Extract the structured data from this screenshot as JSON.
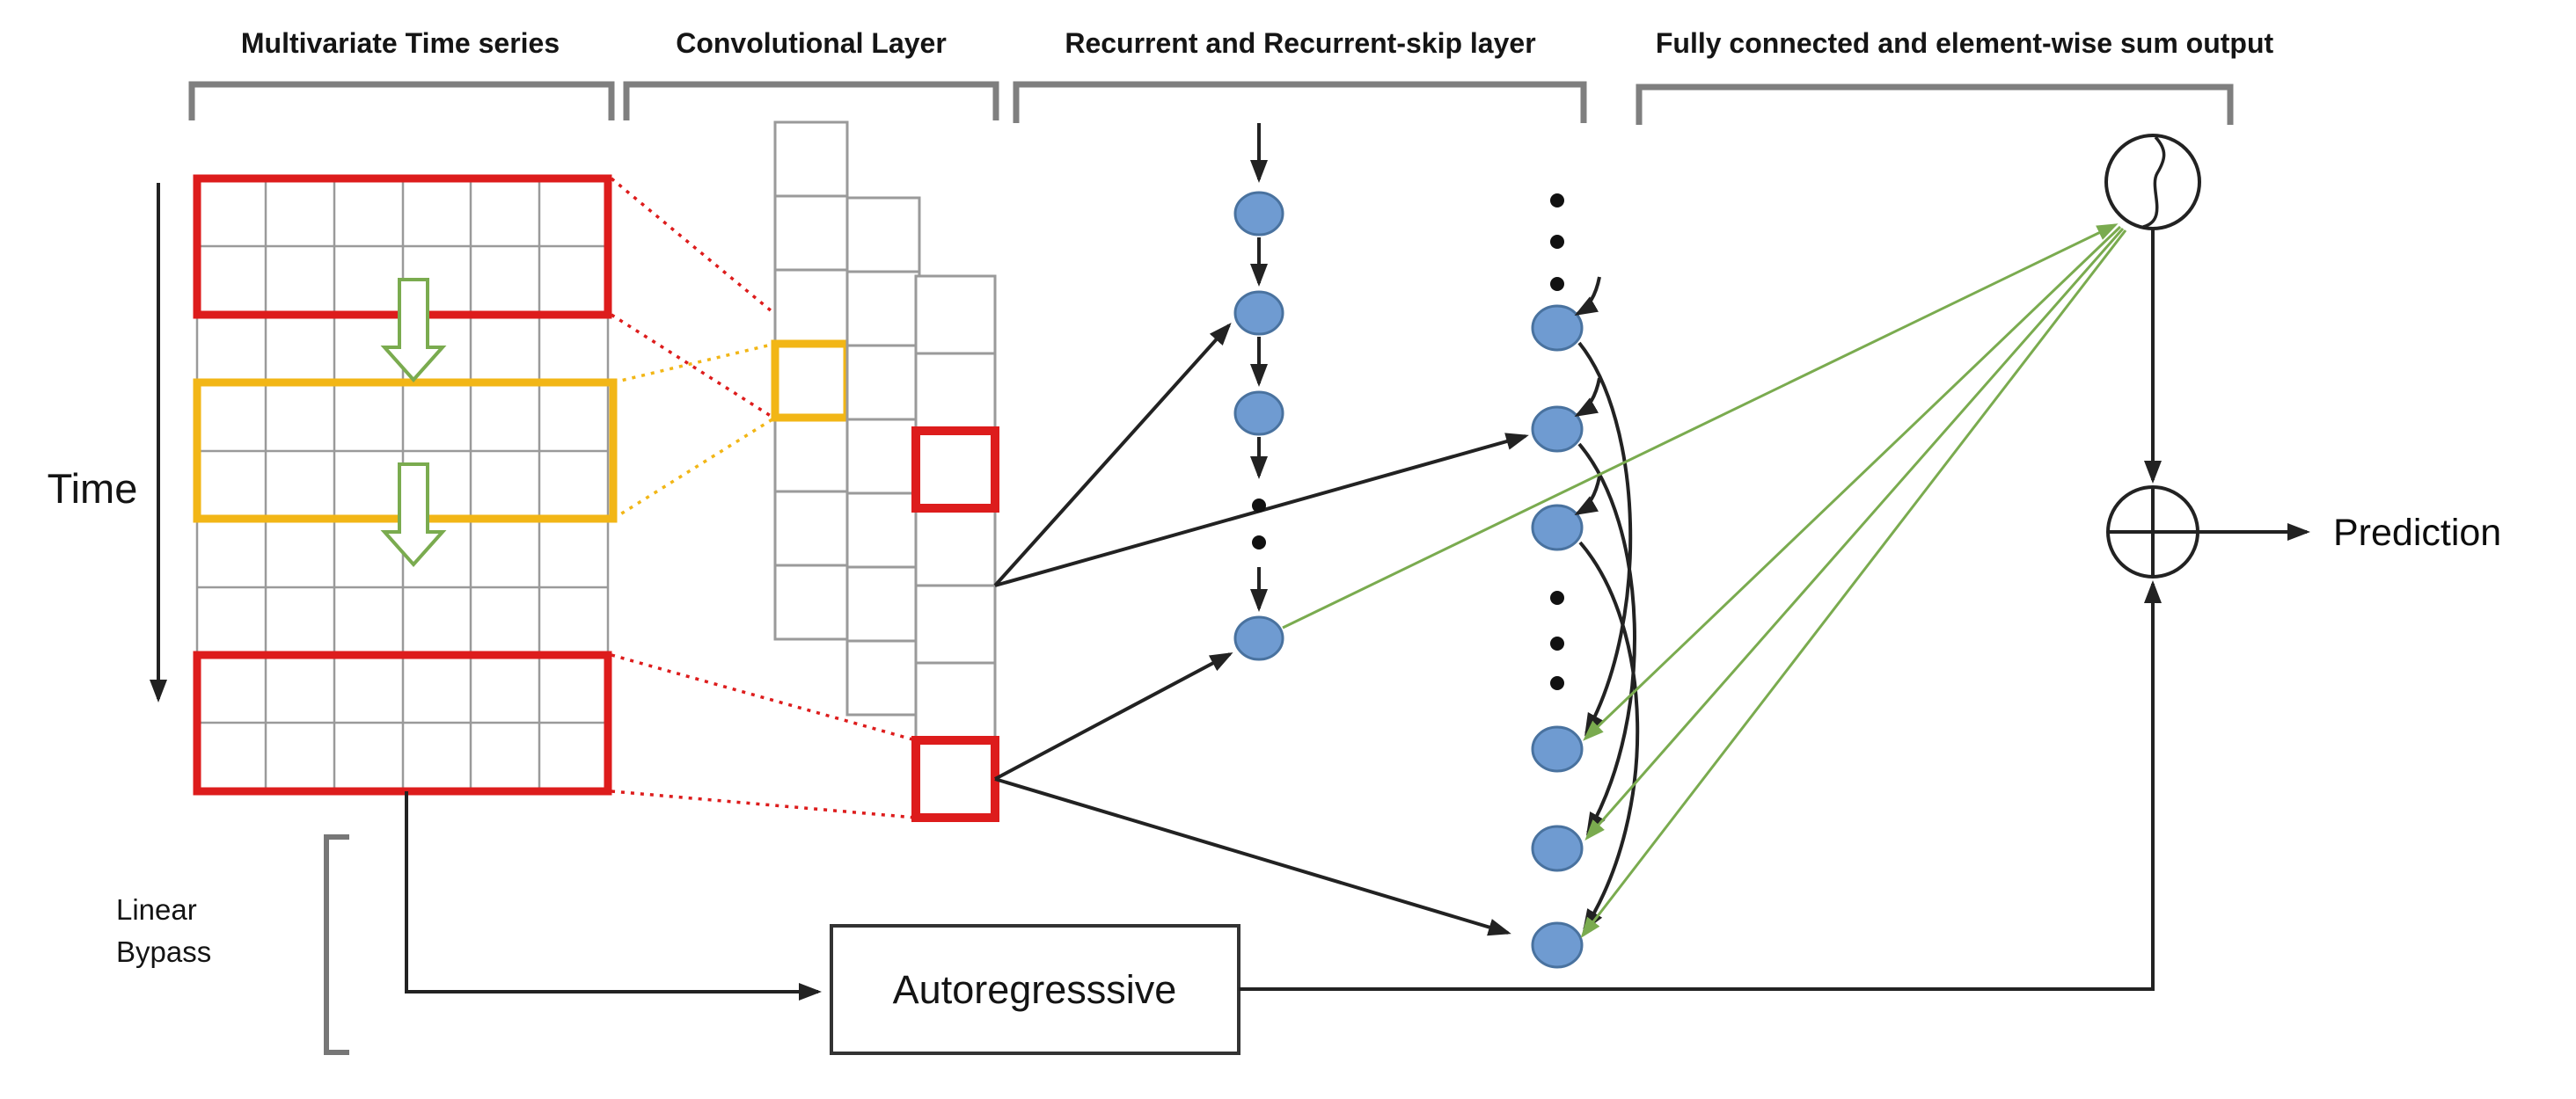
{
  "diagram": {
    "type": "neural-network-architecture",
    "sections": [
      {
        "label": "Multivariate Time series"
      },
      {
        "label": "Convolutional Layer"
      },
      {
        "label": "Recurrent and Recurrent-skip layer"
      },
      {
        "label": "Fully connected and element-wise sum output"
      }
    ],
    "time_axis_label": "Time",
    "bypass_label_line1": "Linear",
    "bypass_label_line2": "Bypass",
    "autoregressive_box_label": "Autoregresssive",
    "output_label": "Prediction",
    "grid": {
      "columns": 6,
      "rows": 9
    },
    "recurrent_column_nodes": 4,
    "recurrent_skip_column_nodes": 6,
    "colors": {
      "window_red": "#dd1c1c",
      "window_yellow": "#f2b616",
      "node_blue_fill": "#6f9bd1",
      "node_blue_stroke": "#49729f",
      "green_line": "#7aab4f",
      "bracket_gray": "#7f7f7f",
      "grid_gray": "#9a9a9a",
      "line_black": "#222222"
    }
  }
}
